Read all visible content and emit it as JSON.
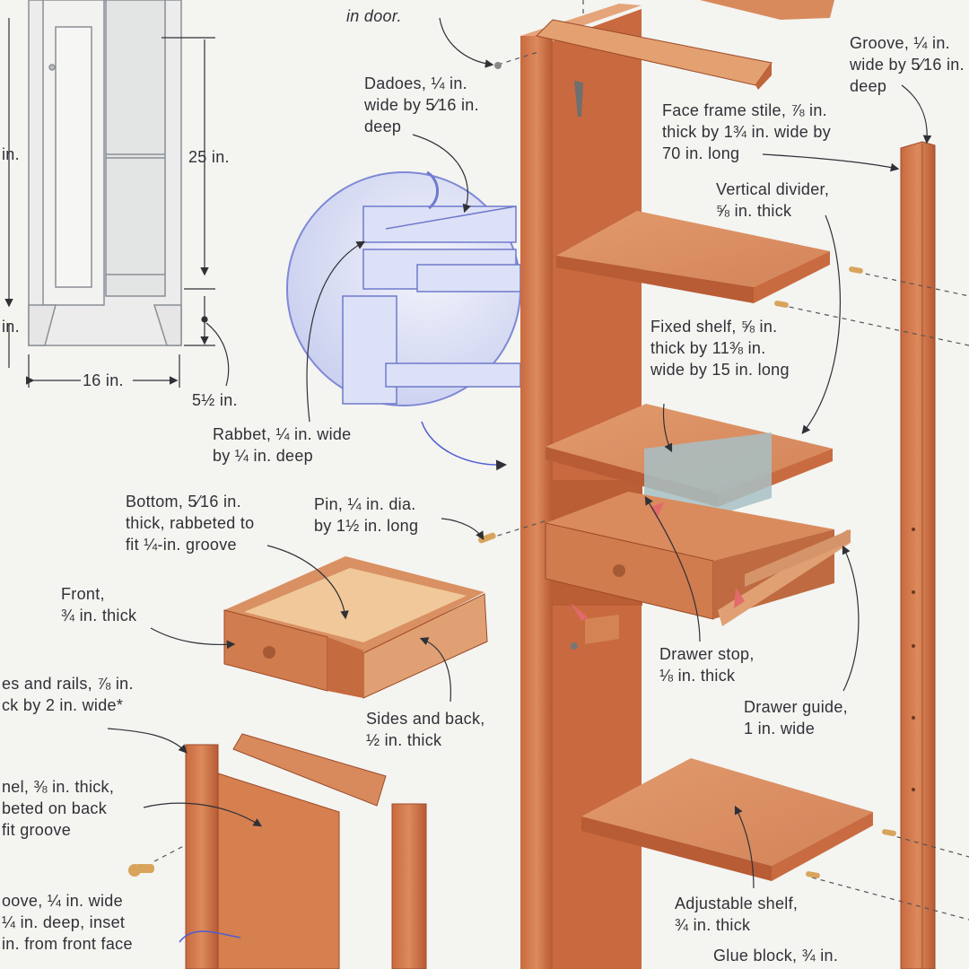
{
  "labels": {
    "screw_in_door": "in door.",
    "groove_top": "Groove, ¼ in.\nwide by 5⁄16 in.\ndeep",
    "dadoes": "Dadoes, ¼ in.\nwide by 5⁄16 in.\ndeep",
    "face_frame_stile": "Face frame stile, ⅞ in.\nthick by 1¾ in. wide by\n70 in. long",
    "vertical_divider": "Vertical divider,\n⅝ in. thick",
    "dim_in_top": "in.",
    "dim_25": "25 in.",
    "dim_in_bottom": "in.",
    "dim_16": "16 in.",
    "dim_5_half": "5½ in.",
    "fixed_shelf": "Fixed shelf, ⅝ in.\nthick by 11⅜ in.\nwide by 15 in. long",
    "rabbet": "Rabbet, ¼ in. wide\nby ¼ in. deep",
    "bottom": "Bottom, 5⁄16 in.\nthick, rabbeted to\nfit ¼-in. groove",
    "pin": "Pin, ¼ in. dia.\nby 1½ in. long",
    "front": "Front,\n¾ in. thick",
    "drawer_stop": "Drawer stop,\n⅛ in. thick",
    "drawer_guide": "Drawer guide,\n1 in. wide",
    "stiles_rails": "es and rails, ⅞ in.\nck by 2 in. wide*",
    "sides_back": "Sides and back,\n½ in. thick",
    "panel": "nel, ⅜ in. thick,\nbeted on back\nfit groove",
    "groove_bottom": "oove, ¼ in. wide\n¼ in. deep, inset\nin. from front face",
    "adjustable_shelf": "Adjustable shelf,\n¾ in. thick",
    "glue_block": "Glue block, ¾ in."
  }
}
